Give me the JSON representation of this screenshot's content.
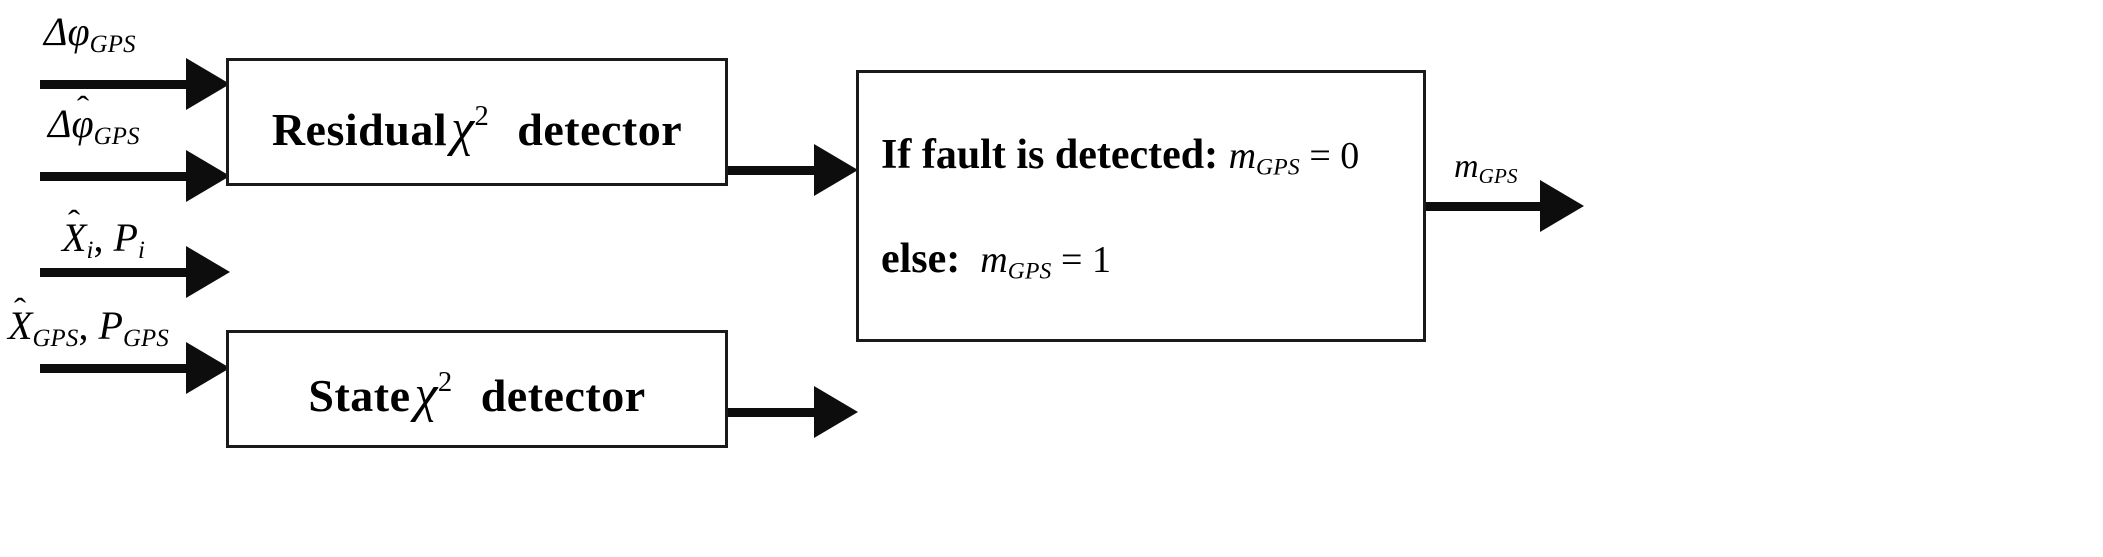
{
  "diagram": {
    "title": "GPS fault detection and isolation block diagram",
    "stroke_color": "#1a1a1a",
    "fill_color": "#ffffff",
    "inputs": [
      {
        "id": "residual-measured",
        "symbol": "delta-phi-gps",
        "delta": "Δ",
        "base": "φ",
        "hat": "",
        "subscript": "GPS",
        "text": "ΔφGPS"
      },
      {
        "id": "residual-estimated",
        "symbol": "delta-phi-hat-gps",
        "delta": "Δ",
        "base": "φ",
        "hat": "ˆ",
        "subscript": "GPS",
        "text": "Δφ̂GPS"
      },
      {
        "id": "state-sub-filter",
        "symbol": "x-hat-i-p-i",
        "parts": [
          {
            "base": "X",
            "hat": "ˆ",
            "subscript": "i"
          },
          {
            "base": "P",
            "hat": "",
            "subscript": "i"
          }
        ],
        "separator": ",",
        "text": "X̂i , Pi"
      },
      {
        "id": "state-gps",
        "symbol": "x-hat-gps-p-gps",
        "parts": [
          {
            "base": "X",
            "hat": "ˆ",
            "subscript": "GPS"
          },
          {
            "base": "P",
            "hat": "",
            "subscript": "GPS"
          }
        ],
        "separator": ",",
        "text": "X̂GPS , PGPS"
      }
    ],
    "blocks": [
      {
        "id": "residual-chi2-detector",
        "title_prefix": "Residual",
        "symbol": "χ",
        "exponent": "2",
        "title_suffix": "detector",
        "text": "Residual χ² detector"
      },
      {
        "id": "state-chi2-detector",
        "title_prefix": "State",
        "symbol": "χ",
        "exponent": "2",
        "title_suffix": "detector",
        "text": "State χ² detector"
      }
    ],
    "decision_block": {
      "id": "fault-decision-logic",
      "lines": [
        {
          "id": "if-fault-detected",
          "keyword": "If fault is detected:",
          "variable": "m",
          "subscript": "GPS",
          "relation": "=",
          "value": "0",
          "text": "If fault is detected: mGPS = 0"
        },
        {
          "id": "else-branch",
          "keyword": "else:",
          "variable": "m",
          "subscript": "GPS",
          "relation": "=",
          "value": "1",
          "text": "else: mGPS = 1"
        }
      ]
    },
    "output": {
      "id": "gps-fault-flag",
      "variable": "m",
      "subscript": "GPS",
      "text": "mGPS"
    }
  }
}
